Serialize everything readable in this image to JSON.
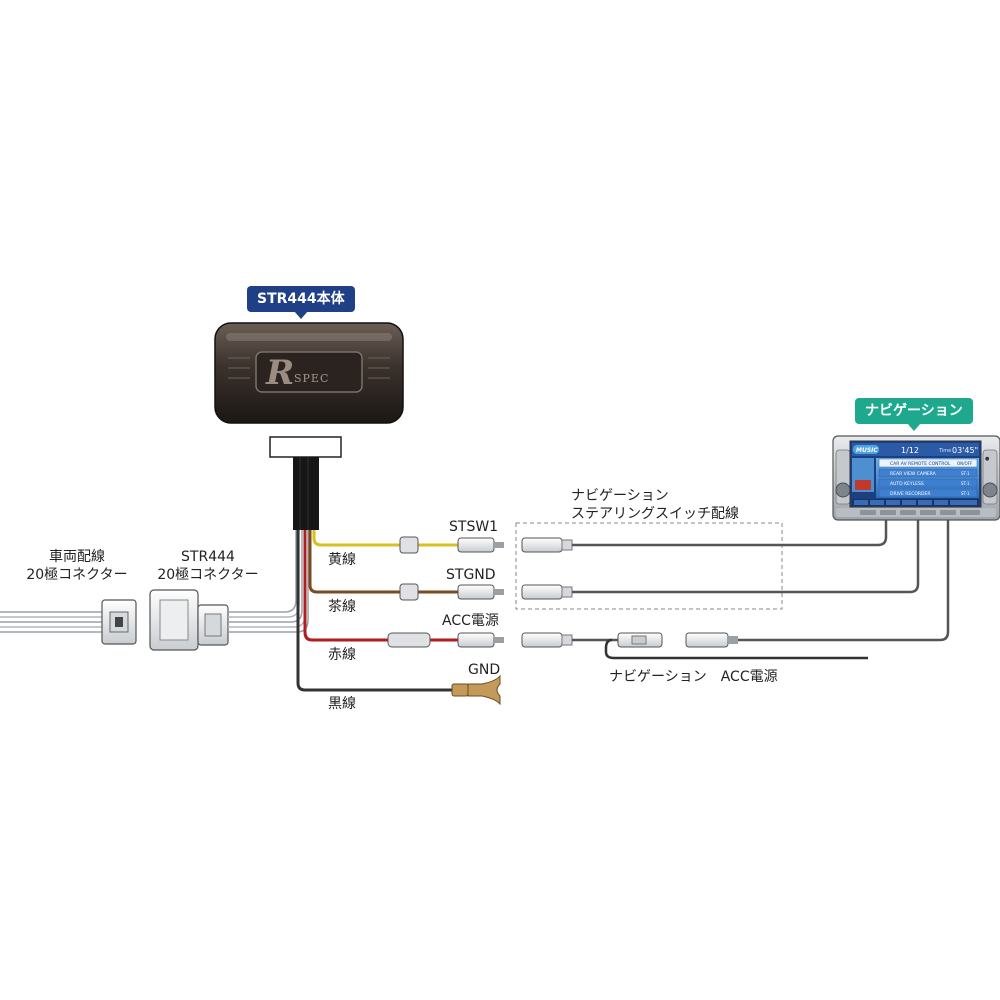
{
  "tags": {
    "unit": "STR444本体",
    "navi": "ナビゲーション"
  },
  "connectors": {
    "vehicle": [
      "車両配線",
      "20極コネクター"
    ],
    "str444": [
      "STR444",
      "20極コネクター"
    ]
  },
  "wires": {
    "yellow": {
      "name": "黄線",
      "terminal": "STSW1",
      "color": "#d9bf1f"
    },
    "brown": {
      "name": "茶線",
      "terminal": "STGND",
      "color": "#7a4a22"
    },
    "red": {
      "name": "赤線",
      "terminal": "ACC電源",
      "color": "#b01e1e"
    },
    "black": {
      "name": "黒線",
      "terminal": "GND",
      "color": "#333333"
    }
  },
  "navi_harness": {
    "title": [
      "ナビゲーション",
      "ステアリングスイッチ配線"
    ],
    "acc_label": "ナビゲーション　ACC電源"
  },
  "unit_logo": {
    "letter": "R",
    "text": "SPEC"
  },
  "navi_screen": {
    "header_badge": "MUSIC",
    "track": "1/12",
    "time_label": "Time",
    "time": "03'45\"",
    "menu_items": [
      {
        "label": "CAR AV REMOTE CONTROL",
        "value": "ON/OFF"
      },
      {
        "label": "REAR VIEW CAMERA",
        "value": "ST-1"
      },
      {
        "label": "AUTO KEYLESS",
        "value": "ST-1"
      },
      {
        "label": "DRIVE RECORDER",
        "value": "ST-1"
      }
    ]
  }
}
